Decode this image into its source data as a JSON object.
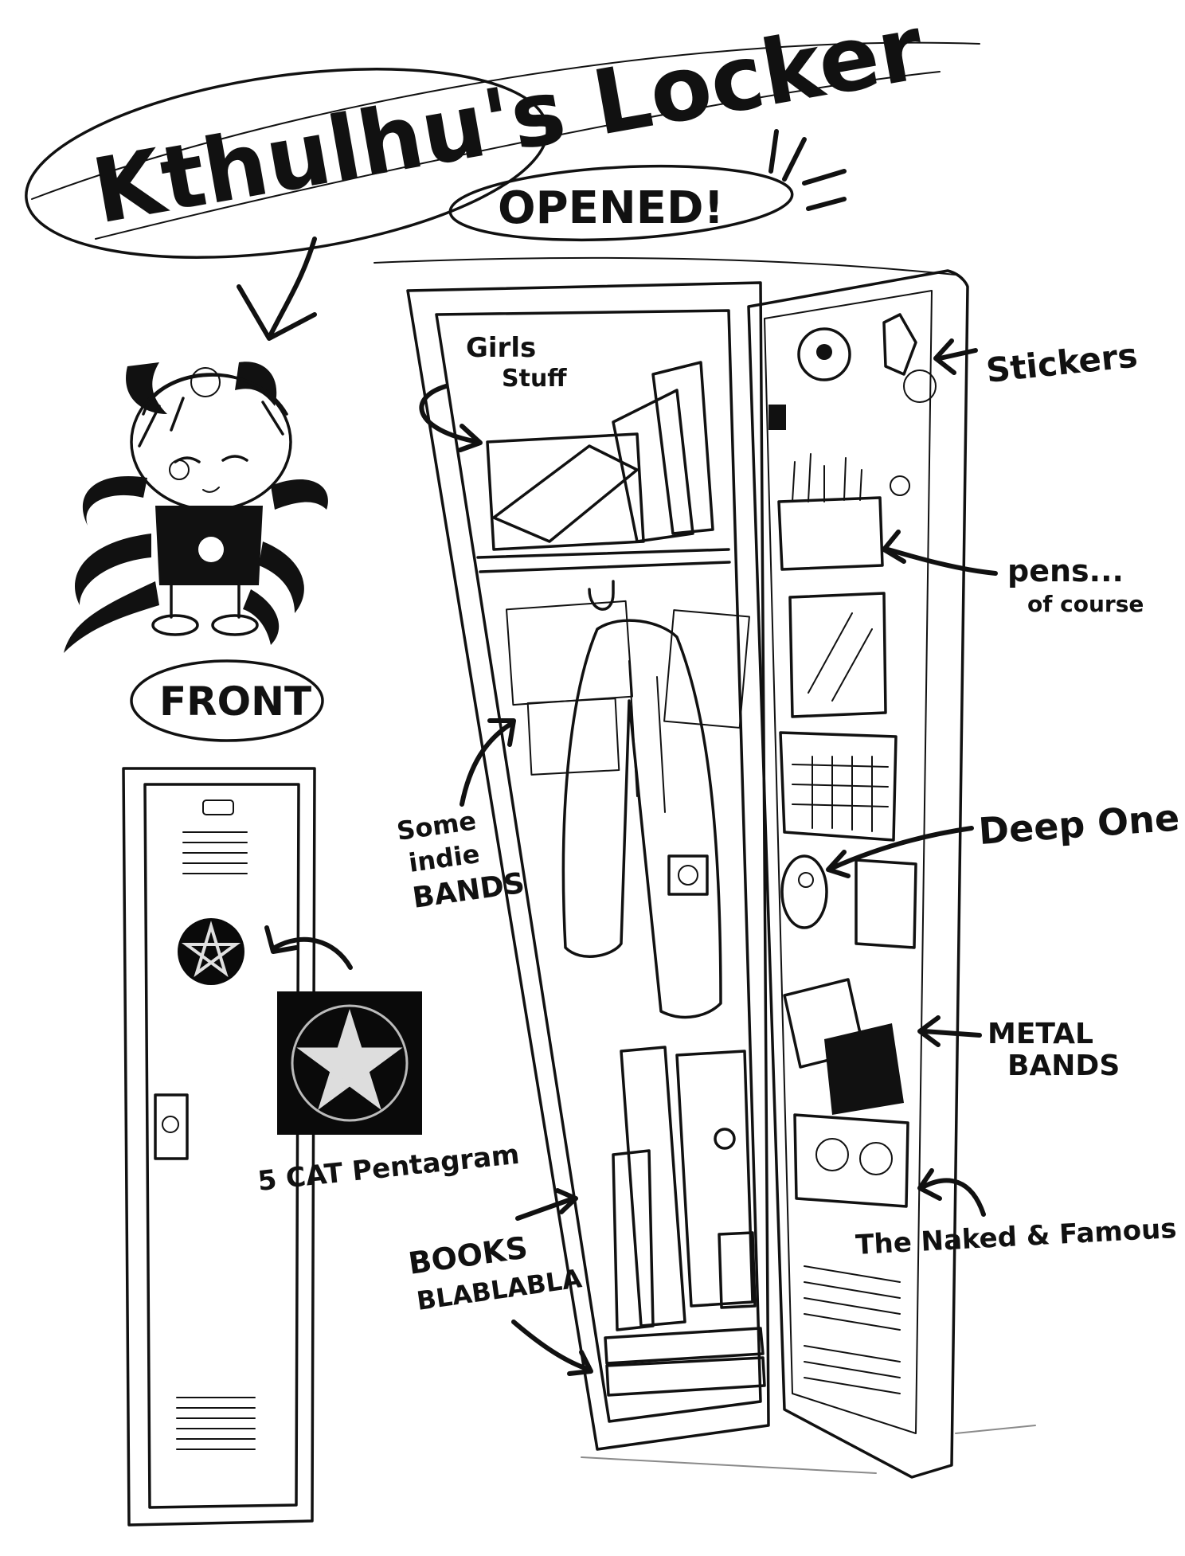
{
  "title": "Kthulhu's Locker",
  "opened_label": "OPENED!",
  "front_label": "FRONT",
  "labels": {
    "girls_stuff_line1": "Girls",
    "girls_stuff_line2": "Stuff",
    "stickers": "Stickers",
    "pens_line1": "pens...",
    "pens_line2": "of course",
    "indie_line1": "Some",
    "indie_line2": "indie",
    "indie_line3": "BANDS",
    "deep_one": "Deep One",
    "metal_line1": "METAL",
    "metal_line2": "BANDS",
    "naked_famous": "The Naked & Famous",
    "books_line1": "BOOKS",
    "books_line2": "BLABLABLA",
    "pentagram_caption": "5 CAT Pentagram"
  },
  "colors": {
    "ink": "#111111",
    "paper": "#ffffff",
    "sticker_black": "#0a0a0a"
  }
}
